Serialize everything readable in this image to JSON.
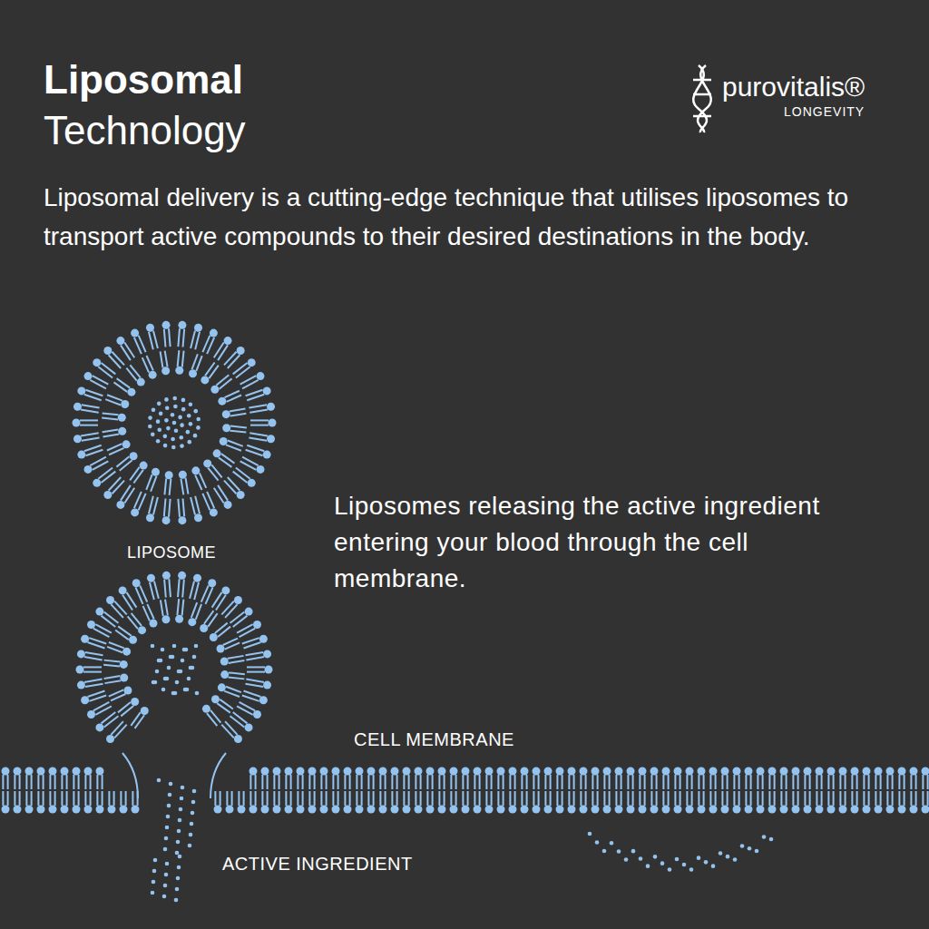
{
  "diagram": {
    "title": "Liposomal Technology",
    "labels": [
      "Liposomal delivery is a cutting-edge technique that utilises liposomes to transport active compounds to their desired destinations in the body.",
      "purovitalis®",
      "LONGEVITY",
      "LIPOSOME",
      "Liposomes releasing the active ingredient entering your blood through the cell membrane.",
      "CELL MEMBRANE",
      "ACTIVE INGREDIENT"
    ]
  }
}
